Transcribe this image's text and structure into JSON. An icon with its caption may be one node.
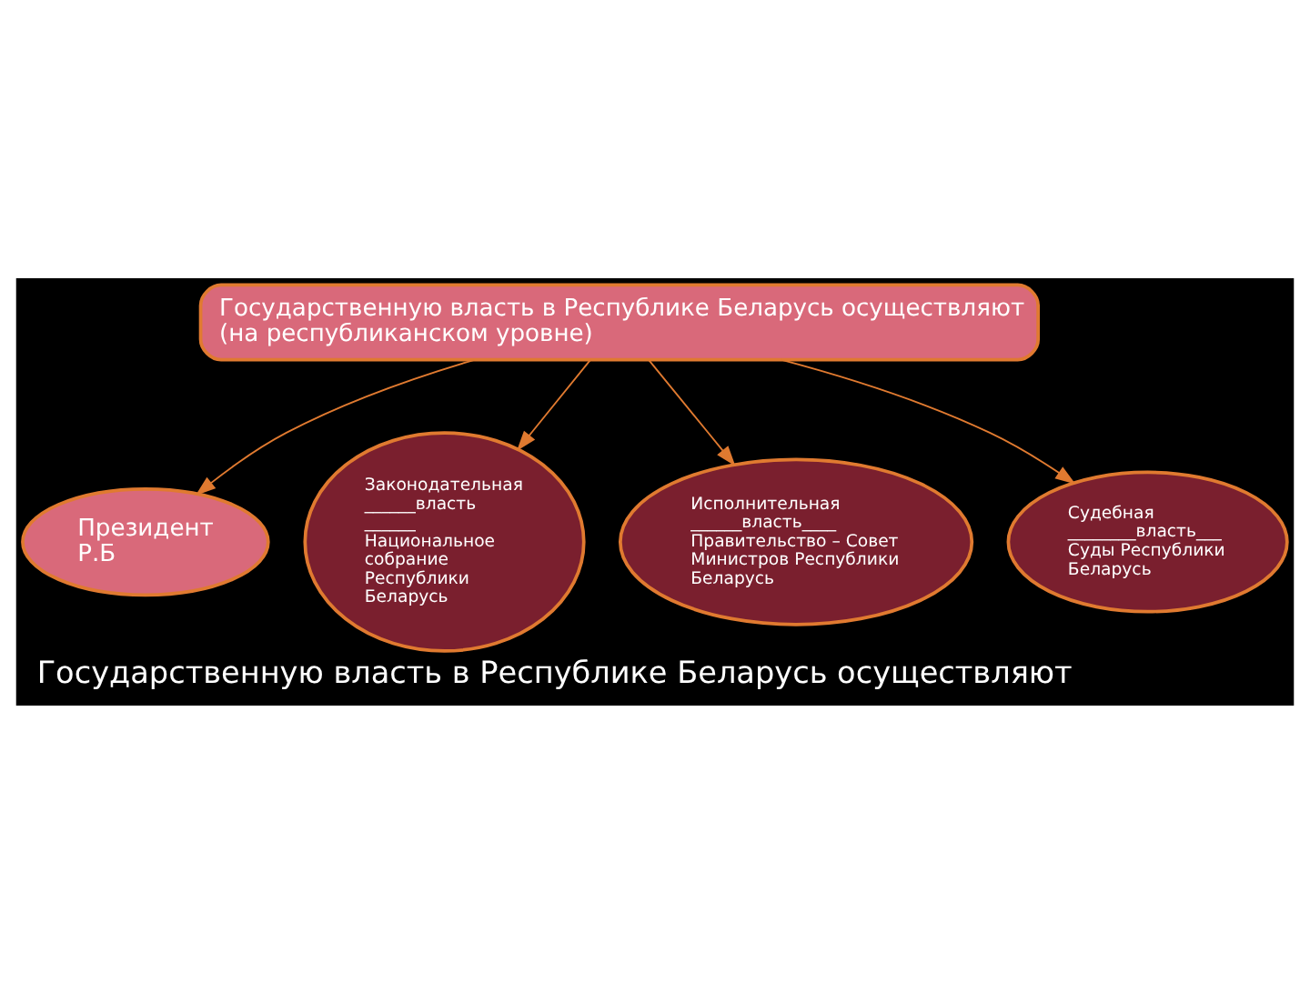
{
  "diagram": {
    "caption": "Государственную власть в Республике Беларусь осуществляют",
    "nodes": [
      {
        "text": [
          "Государственную власть в Республике Беларусь осуществляют (на республиканском уровне)"
        ]
      },
      {
        "text": [
          "Президент Р.Б"
        ]
      },
      {
        "text": [
          "Законодательная ______власть ______ Национальное собрание Республики Беларусь"
        ]
      },
      {
        "text": [
          "Исполнительная ______власть____ Правительство – Совет Министров Республики Беларусь"
        ]
      },
      {
        "text": [
          "Судебная ________власть___ Суды Республики Беларусь"
        ]
      }
    ],
    "edges": [
      {
        "from": 0,
        "to": 1,
        "arrow": "to"
      },
      {
        "from": 0,
        "to": 2,
        "arrow": "to"
      },
      {
        "from": 0,
        "to": 3,
        "arrow": "to"
      },
      {
        "from": 0,
        "to": 4,
        "arrow": "to"
      }
    ]
  }
}
